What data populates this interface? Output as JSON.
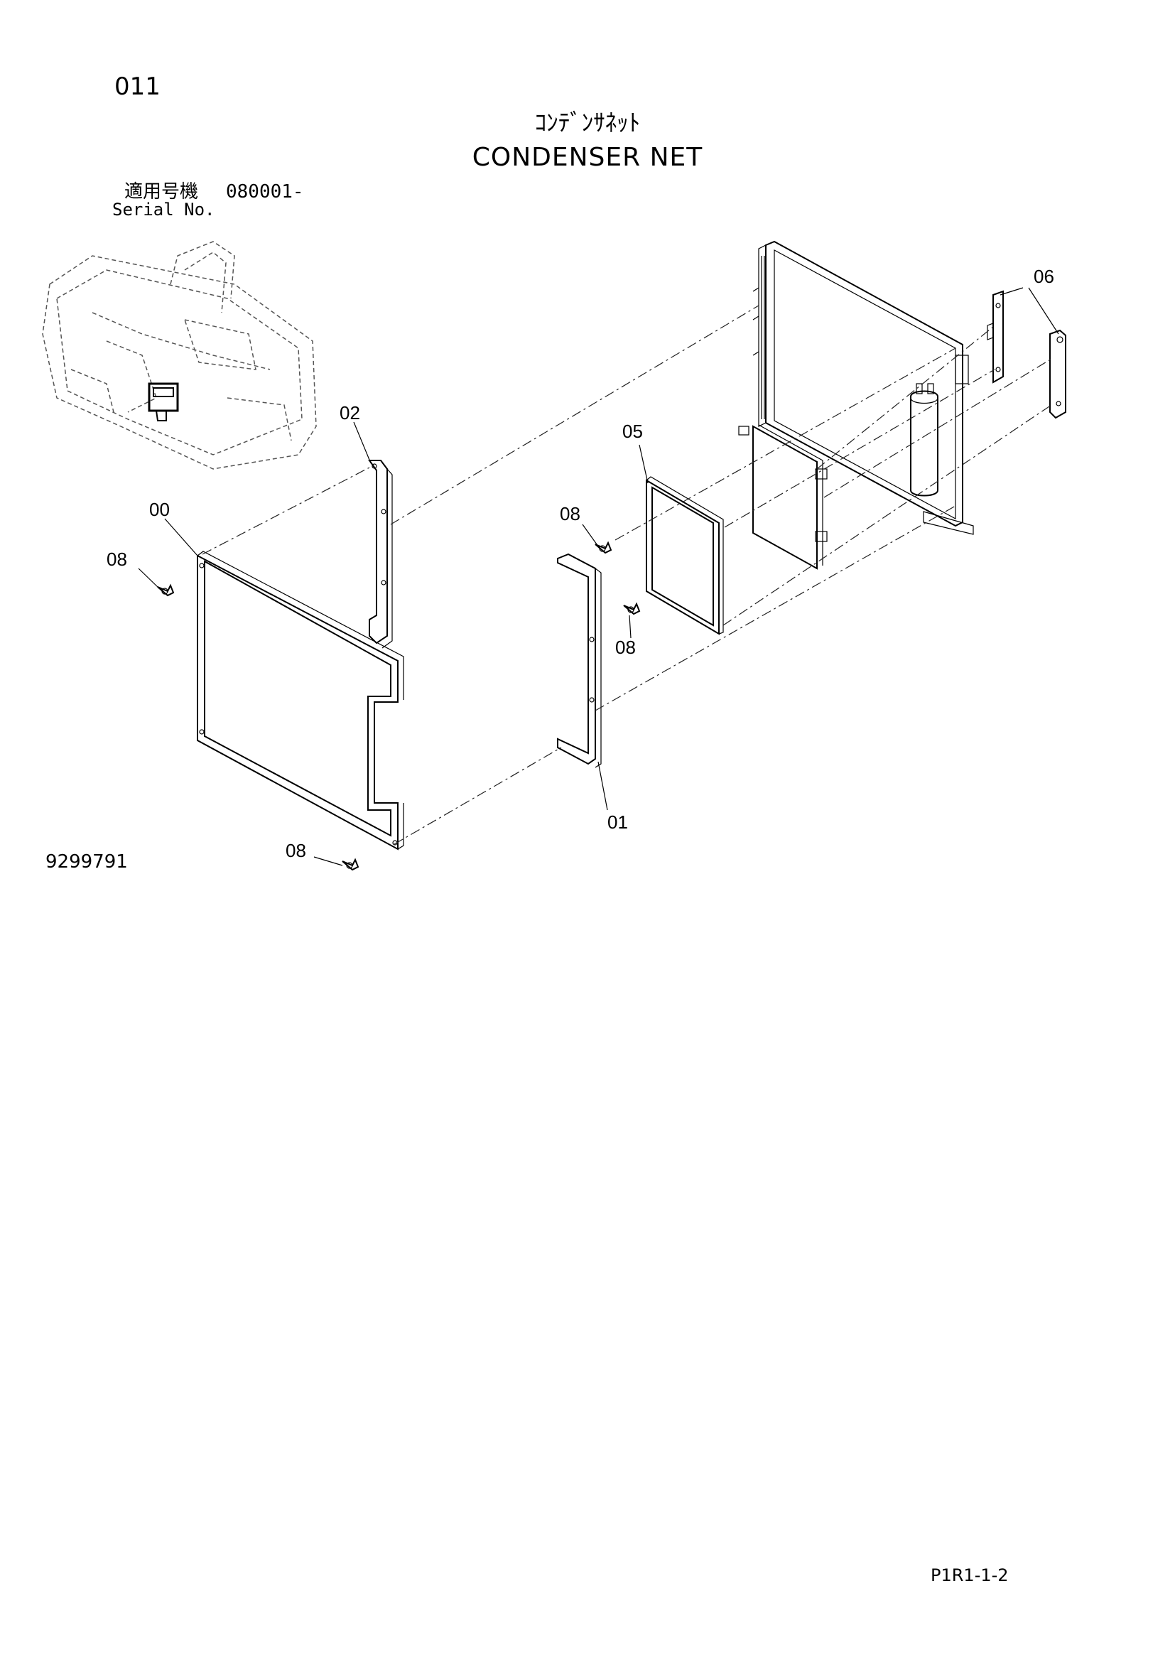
{
  "header": {
    "page_number": "011",
    "title_jp": "ｺﾝﾃﾞﾝｻﾈｯﾄ",
    "title_en": "CONDENSER NET",
    "serial_label_jp": "適用号機",
    "serial_value": "080001-",
    "serial_label_en": "Serial No."
  },
  "diagram": {
    "callouts": {
      "part_00": "00",
      "part_01": "01",
      "part_02": "02",
      "part_05": "05",
      "part_06": "06",
      "part_08_a": "08",
      "part_08_b": "08",
      "part_08_c": "08",
      "part_08_d": "08"
    }
  },
  "footer": {
    "figure_code": "9299791",
    "page_code": "P1R1-1-2"
  }
}
